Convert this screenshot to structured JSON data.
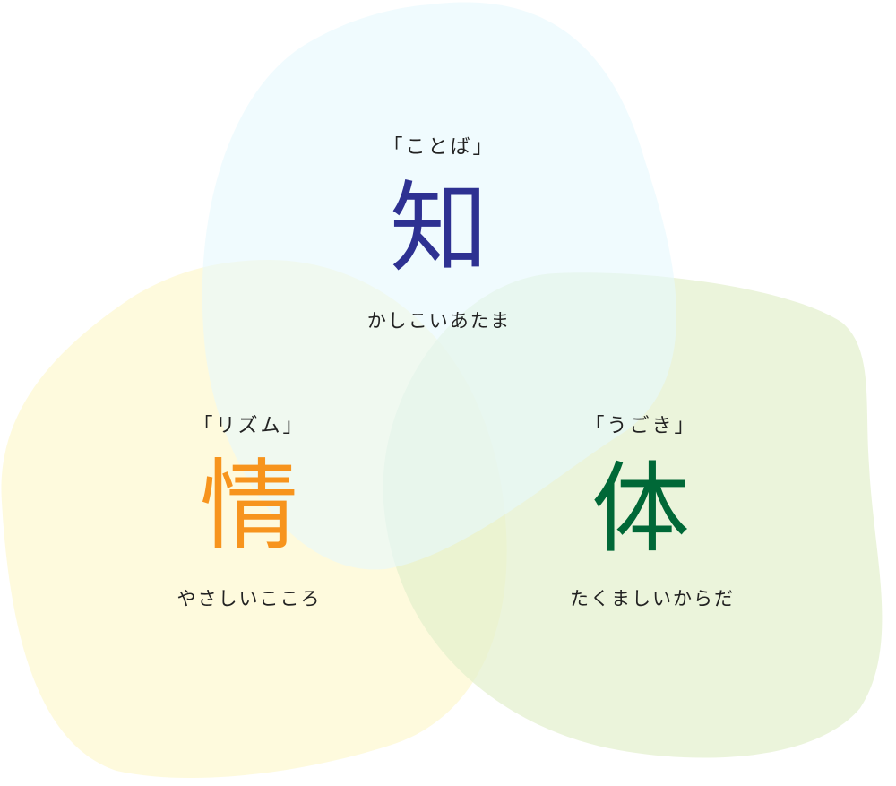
{
  "groups": [
    {
      "id": "chi",
      "bracket": "「ことば」",
      "kanji": "知",
      "reading": "かしこいあたま",
      "color": "#2e3192",
      "blob_color": "#e6f8fd"
    },
    {
      "id": "jo",
      "bracket": "「リズム」",
      "kanji": "情",
      "reading": "やさしいこころ",
      "color": "#f7941d",
      "blob_color": "#fdf8d2"
    },
    {
      "id": "tai",
      "bracket": "「うごき」",
      "kanji": "体",
      "reading": "たくましいからだ",
      "color": "#006837",
      "blob_color": "#e3efcc"
    }
  ]
}
